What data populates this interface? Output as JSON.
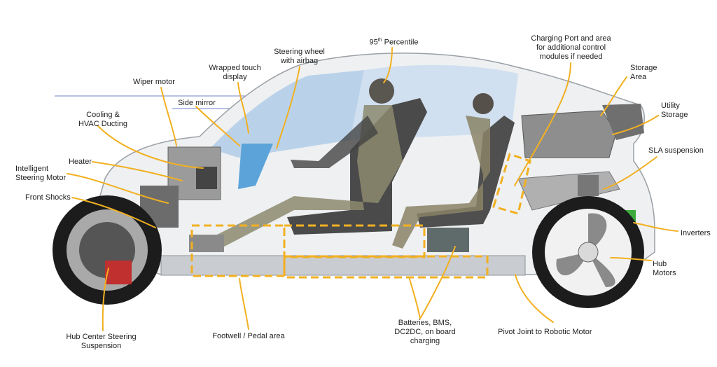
{
  "diagram": {
    "accent_color": "#f2b021",
    "labels": {
      "percentile": "95th Percentile",
      "charging_port": "Charging Port and area\nfor additional control\nmodules if needed",
      "steering_wheel": "Steering wheel\nwith airbag",
      "wrapped_display": "Wrapped touch\ndisplay",
      "wiper_motor": "Wiper motor",
      "side_mirror": "Side mirror",
      "cooling_hvac": "Cooling &\nHVAC Ducting",
      "heater": "Heater",
      "intelligent_steering": "Intelligent\nSteering Motor",
      "front_shocks": "Front Shocks",
      "storage_area": "Storage\nArea",
      "utility_storage": "Utility\nStorage",
      "sla_suspension": "SLA suspension",
      "inverters": "Inverters",
      "hub_motors": "Hub\nMotors",
      "hub_center_steering": "Hub Center Steering\nSuspension",
      "footwell": "Footwell / Pedal area",
      "batteries": "Batteries, BMS,\nDC2DC, on board\ncharging",
      "pivot_joint": "Pivot Joint to Robotic Motor"
    }
  }
}
